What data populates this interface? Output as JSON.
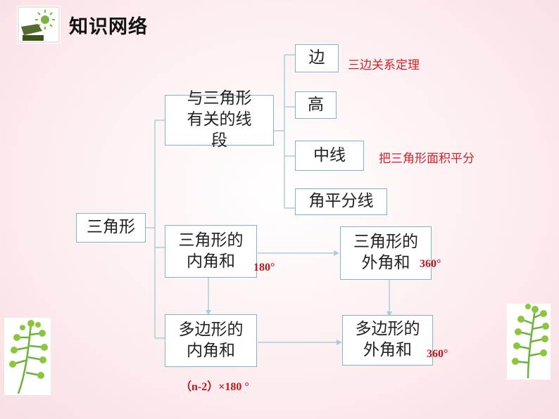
{
  "header": {
    "title": "知识网络"
  },
  "nodes": {
    "root": "三角形",
    "segments": "与三角形有关的线段",
    "edge": "边",
    "height": "高",
    "median": "中线",
    "bisector": "角平分线",
    "inner_tri": "三角形的内角和",
    "outer_tri": "三角形的外角和",
    "inner_poly": "多边形的内角和",
    "outer_poly": "多边形的外角和"
  },
  "notes": {
    "edge_note": "三边关系定理",
    "median_note": "把三角形面积平分",
    "inner_tri_value": "180°",
    "outer_tri_value": "360°",
    "outer_poly_value": "360°",
    "inner_poly_formula": "（n-2）×180 °"
  },
  "colors": {
    "box_border": "#7eb6c4",
    "connector": "#a8cfd9",
    "note": "#d0222b",
    "plant_green": "#6ab33c"
  }
}
